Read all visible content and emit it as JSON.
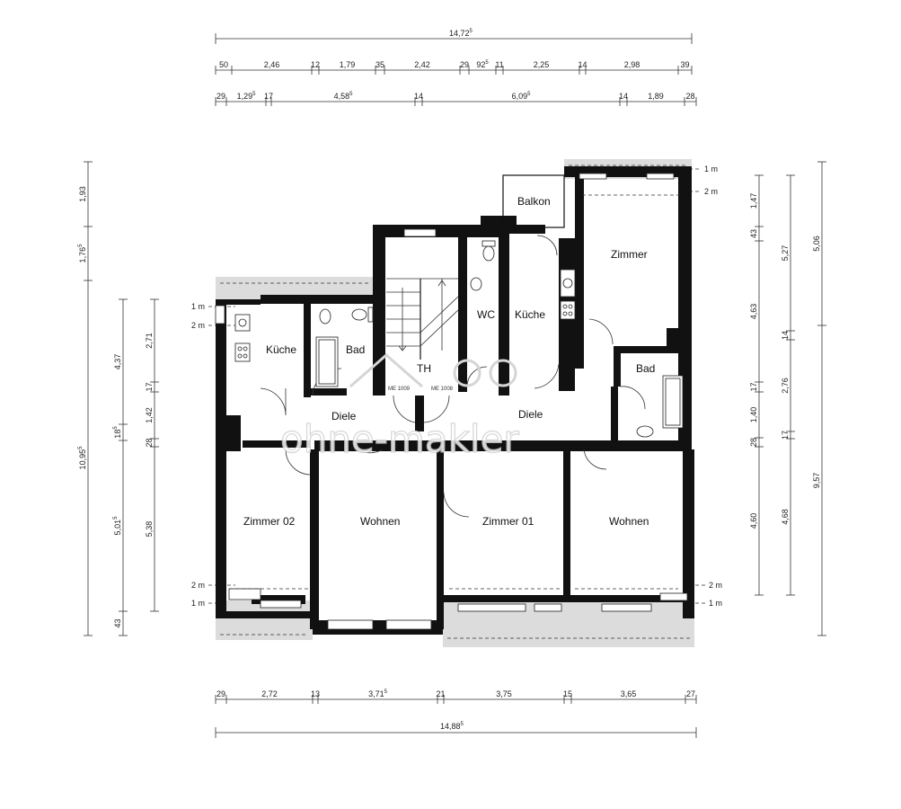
{
  "rooms": {
    "balkon": "Balkon",
    "zimmer_top": "Zimmer",
    "kuche_left": "Küche",
    "bad_left": "Bad",
    "th": "TH",
    "wc": "WC",
    "kuche_right": "Küche",
    "bad_right": "Bad",
    "diele_left": "Diele",
    "diele_right": "Diele",
    "zimmer02": "Zimmer 02",
    "wohnen_left": "Wohnen",
    "zimmer01": "Zimmer 01",
    "wohnen_right": "Wohnen"
  },
  "unit_labels": {
    "me1009": "ME 1009",
    "me1008": "ME 1008"
  },
  "watermark": "ohne-makler",
  "dims": {
    "top_total": "14,72",
    "top_total_sup": "5",
    "top_row1": [
      "50",
      "2,46",
      "12",
      "1,79",
      "35",
      "2,42",
      "29",
      "92",
      "11",
      "2,25",
      "14",
      "2,98",
      "39"
    ],
    "top_row1_sup": [
      "",
      "",
      "",
      "",
      "",
      "",
      "",
      "5",
      "",
      "",
      "",
      "",
      ""
    ],
    "top_row2": [
      "29",
      "1,29",
      "17",
      "4,58",
      "14",
      "6,09",
      "14",
      "1,89",
      "28"
    ],
    "top_row2_sup": [
      "",
      "5",
      "",
      "5",
      "",
      "5",
      "",
      "",
      ""
    ],
    "bottom_row": [
      "29",
      "2,72",
      "13",
      "3,71",
      "21",
      "3,75",
      "15",
      "3,65",
      "27"
    ],
    "bottom_row_sup": [
      "",
      "",
      "",
      "5",
      "",
      "",
      "",
      "",
      ""
    ],
    "bottom_total": "14,88",
    "bottom_total_sup": "5",
    "left_outer": [
      "1,93",
      "1,76",
      "10,95"
    ],
    "left_outer_sup": [
      "",
      "5",
      "5"
    ],
    "left_mid": [
      "4,37",
      "18",
      "5,01",
      "43"
    ],
    "left_mid_sup": [
      "",
      "5",
      "5",
      ""
    ],
    "left_inner": [
      "2,71",
      "17",
      "1,42",
      "28",
      "5,38"
    ],
    "right_inner": [
      "1,47",
      "43",
      "4,63",
      "17",
      "1,40",
      "28",
      "4,60"
    ],
    "right_mid": [
      "5,27",
      "14",
      "2,76",
      "17",
      "4,68"
    ],
    "right_outer": [
      "5,06",
      "9,57"
    ],
    "level_marks": [
      "1 m",
      "2 m",
      "1 m",
      "2 m",
      "2 m",
      "1 m",
      "2 m",
      "1 m"
    ]
  }
}
